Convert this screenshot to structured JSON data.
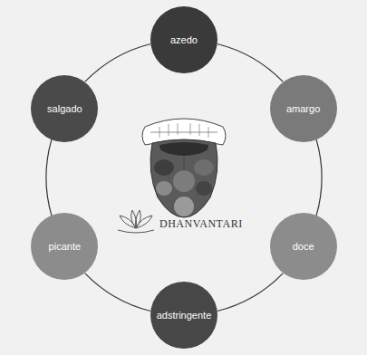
{
  "diagram": {
    "nodes": [
      {
        "text": [
          "azedo"
        ]
      },
      {
        "text": [
          "salgado"
        ]
      },
      {
        "text": [
          "amargo"
        ]
      },
      {
        "text": [
          "picante"
        ]
      },
      {
        "text": [
          "doce"
        ]
      },
      {
        "text": [
          "adstringente"
        ]
      }
    ],
    "edges": [
      {
        "from": 0,
        "to": 2,
        "arrow": "none"
      },
      {
        "from": 2,
        "to": 4,
        "arrow": "none"
      },
      {
        "from": 4,
        "to": 5,
        "arrow": "none"
      },
      {
        "from": 5,
        "to": 3,
        "arrow": "none"
      },
      {
        "from": 3,
        "to": 1,
        "arrow": "none"
      },
      {
        "from": 1,
        "to": 0,
        "arrow": "none"
      }
    ],
    "labels": [
      "DHANVANTARI"
    ]
  }
}
